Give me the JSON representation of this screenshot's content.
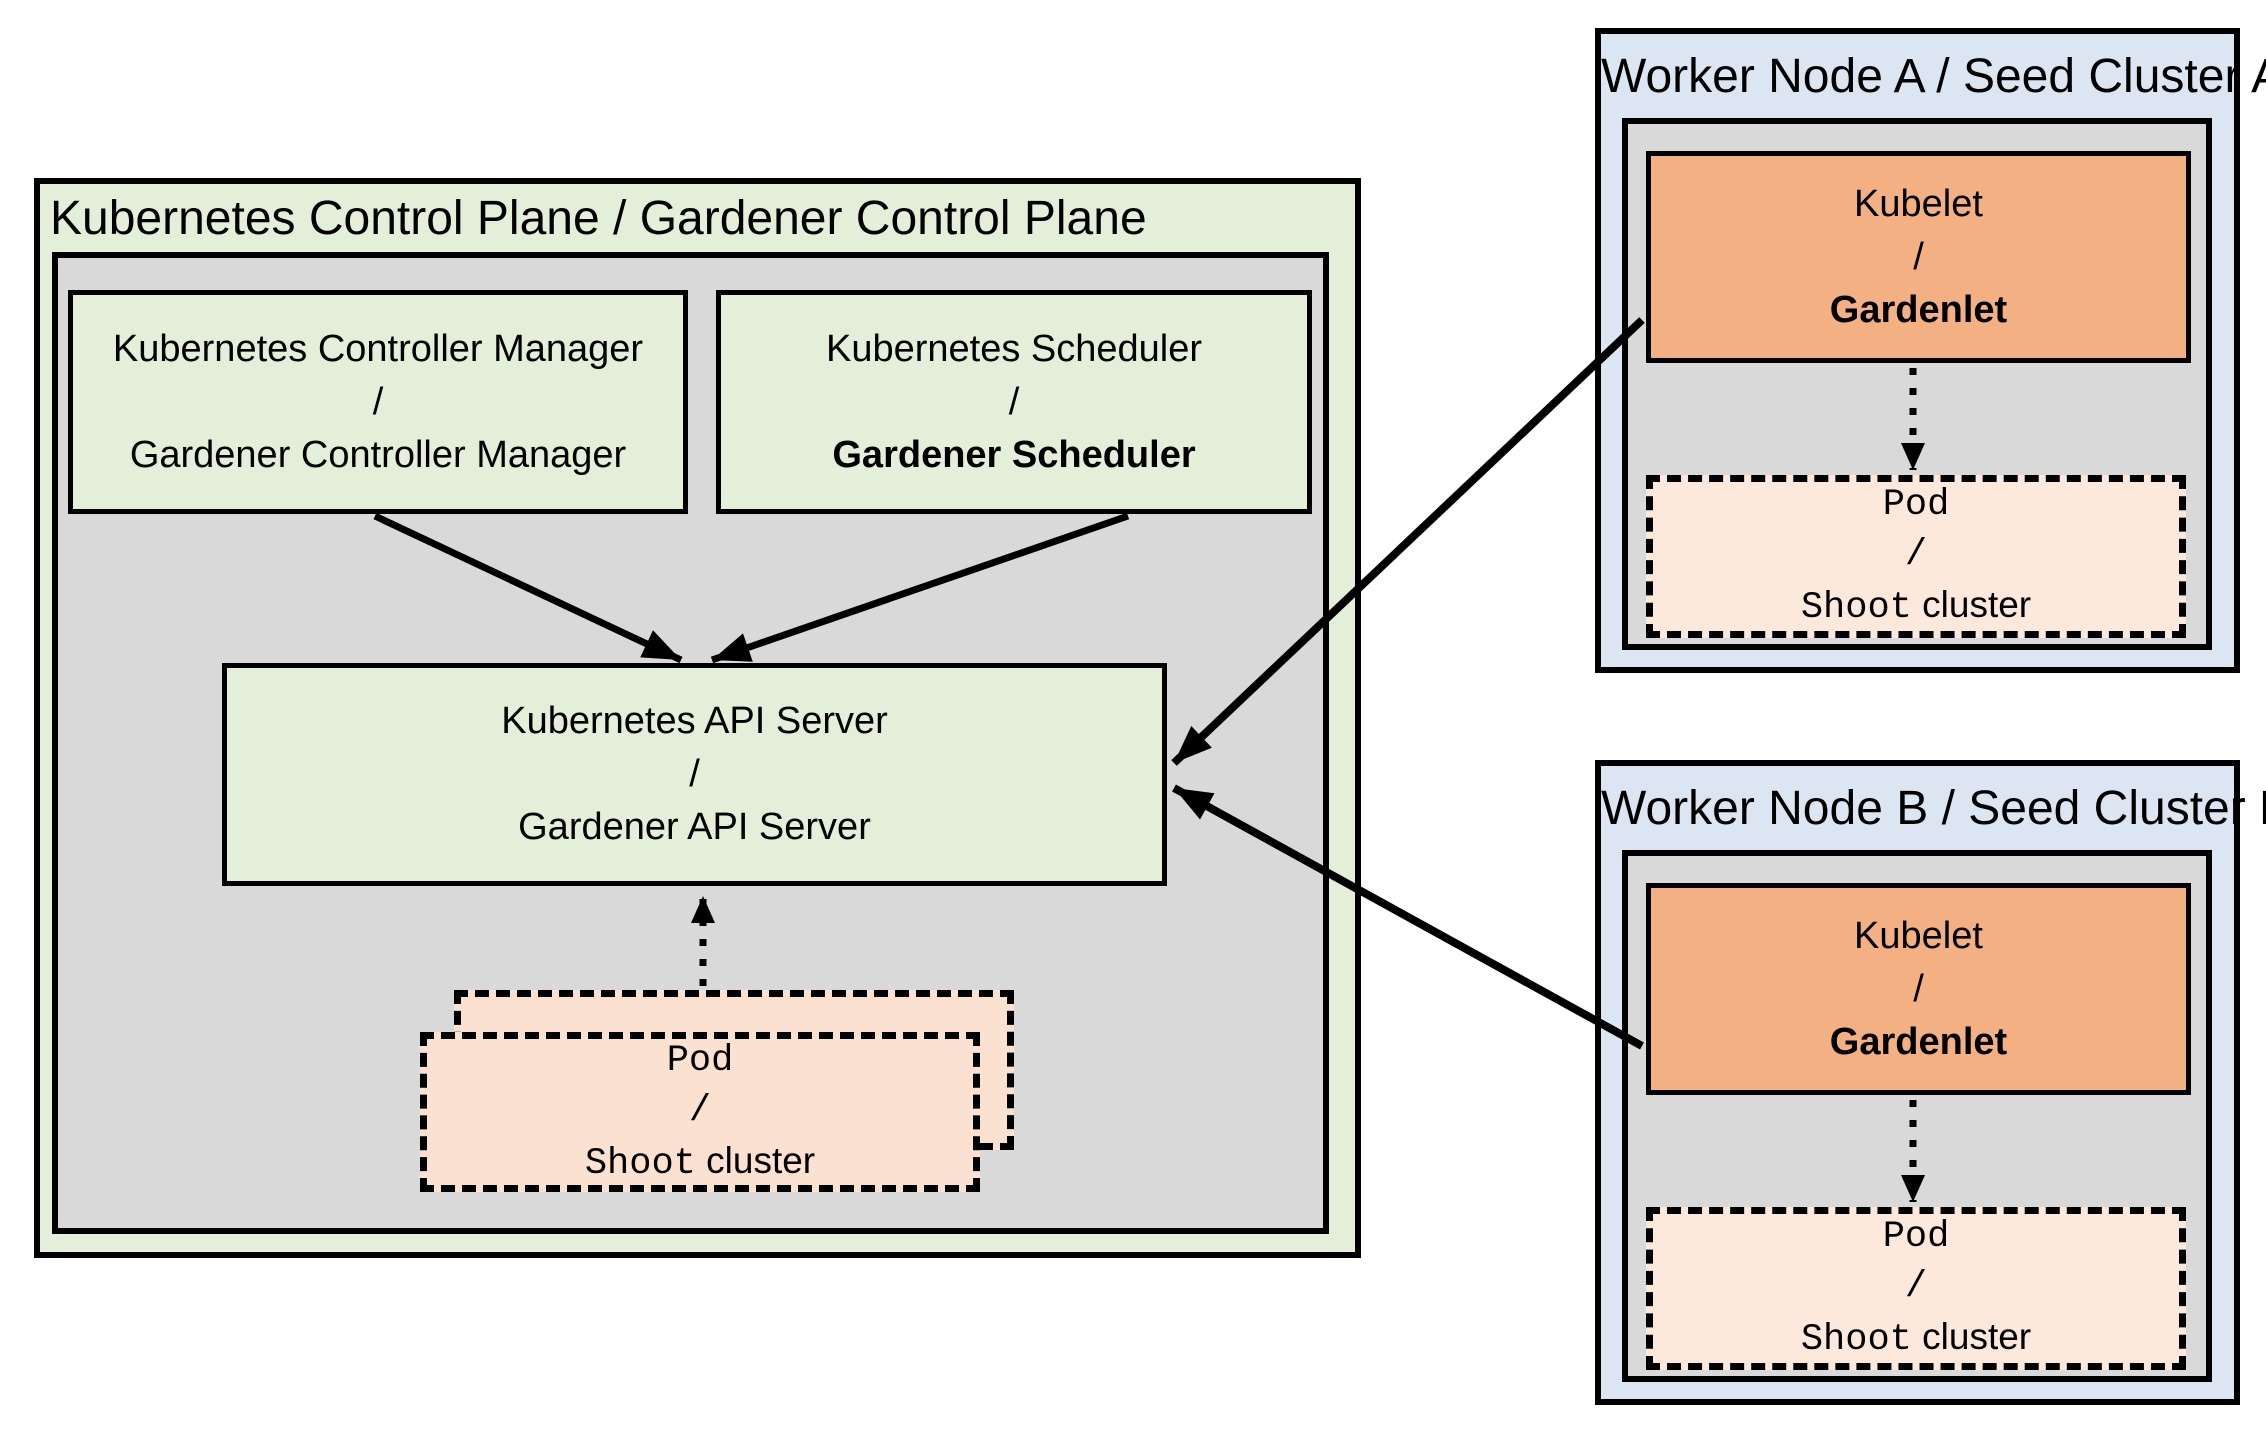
{
  "colors": {
    "box_green": "#e3efd9",
    "box_gray": "#d9d9d9",
    "box_blue": "#dce6f2",
    "box_orange": "#f3b183",
    "pod_peach": "#fbe1cf",
    "pod_peach_light": "#fce9dc",
    "line_black": "#000000",
    "page_bg": "#ffffff"
  },
  "control_plane": {
    "title": "Kubernetes Control Plane / Gardener Control Plane",
    "controller_manager": {
      "line1": "Kubernetes Controller Manager",
      "separator": "/",
      "line2": "Gardener Controller Manager"
    },
    "scheduler": {
      "line1": "Kubernetes Scheduler",
      "separator": "/",
      "line2": "Gardener Scheduler"
    },
    "api_server": {
      "line1": "Kubernetes API Server",
      "separator": "/",
      "line2": "Gardener API Server"
    },
    "pod_stack": {
      "line1": "Pod",
      "separator": "/",
      "line2_code": "Shoot",
      "line2_plain": "cluster"
    }
  },
  "worker_node_a": {
    "title": "Worker Node A / Seed Cluster A",
    "kubelet": {
      "line1": "Kubelet",
      "separator": "/",
      "line2": "Gardenlet"
    },
    "pod": {
      "line1": "Pod",
      "separator": "/",
      "line2_code": "Shoot",
      "line2_plain": "cluster"
    }
  },
  "worker_node_b": {
    "title": "Worker Node B / Seed Cluster B",
    "kubelet": {
      "line1": "Kubelet",
      "separator": "/",
      "line2": "Gardenlet"
    },
    "pod": {
      "line1": "Pod",
      "separator": "/",
      "line2_code": "Shoot",
      "line2_plain": "cluster"
    }
  }
}
